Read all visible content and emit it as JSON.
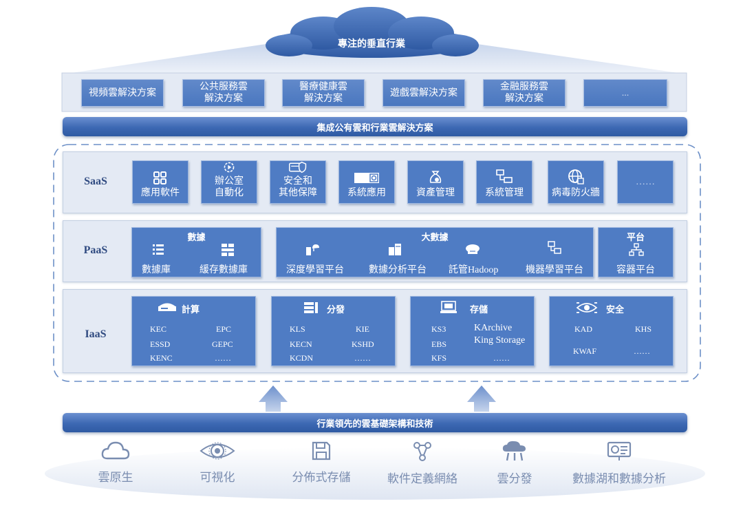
{
  "cloud_label": "專注的垂直行業",
  "solutions": [
    "視頻雲解決方案",
    "公共服務雲\n解決方案",
    "醫療健康雲\n解決方案",
    "遊戲雲解決方案",
    "金融服務雲\n解決方案",
    "..."
  ],
  "integration_band": "集成公有雲和行業雲解決方案",
  "saas": {
    "label": "SaaS",
    "items": [
      "應用軟件",
      "辦公室\n自動化",
      "安全和\n其他保障",
      "系統應用",
      "資產管理",
      "系統管理",
      "病毒防火牆",
      "……"
    ]
  },
  "paas": {
    "label": "PaaS",
    "database": {
      "title": "數據",
      "items": [
        "數據庫",
        "緩存數據庫"
      ]
    },
    "bigdata": {
      "title": "大數據",
      "items": [
        "深度學習平台",
        "數據分析平台",
        "託管Hadoop",
        "機器學習平台"
      ]
    },
    "platform": {
      "title": "平台",
      "items": [
        "容器平台"
      ]
    }
  },
  "iaas": {
    "label": "IaaS",
    "compute": {
      "title": "計算",
      "col1": [
        "KEC",
        "ESSD",
        "KENC"
      ],
      "col2": [
        "EPC",
        "GEPC",
        "……"
      ]
    },
    "distribution": {
      "title": "分發",
      "col1": [
        "KLS",
        "KECN",
        "KCDN"
      ],
      "col2": [
        "KIE",
        "KSHD",
        "……"
      ]
    },
    "storage": {
      "title": "存儲",
      "col1": [
        "KS3",
        "EBS",
        "KFS"
      ],
      "col2": [
        "KArchive",
        "King Storage",
        "……"
      ]
    },
    "security": {
      "title": "安全",
      "col1": [
        "KAD",
        "KWAF"
      ],
      "col2": [
        "KHS",
        "……"
      ]
    }
  },
  "foundation_band": "行業領先的雲基礎架構和技術",
  "technologies": [
    "雲原生",
    "可視化",
    "分佈式存儲",
    "軟件定義網絡",
    "雲分發",
    "數據湖和數據分析"
  ],
  "colors": {
    "tile": "#4f7cc4",
    "band": "#3c68b3",
    "layer_bg": "#e4eaf4",
    "label": "#2f4a80",
    "bottom_icon": "#7a8db0"
  }
}
